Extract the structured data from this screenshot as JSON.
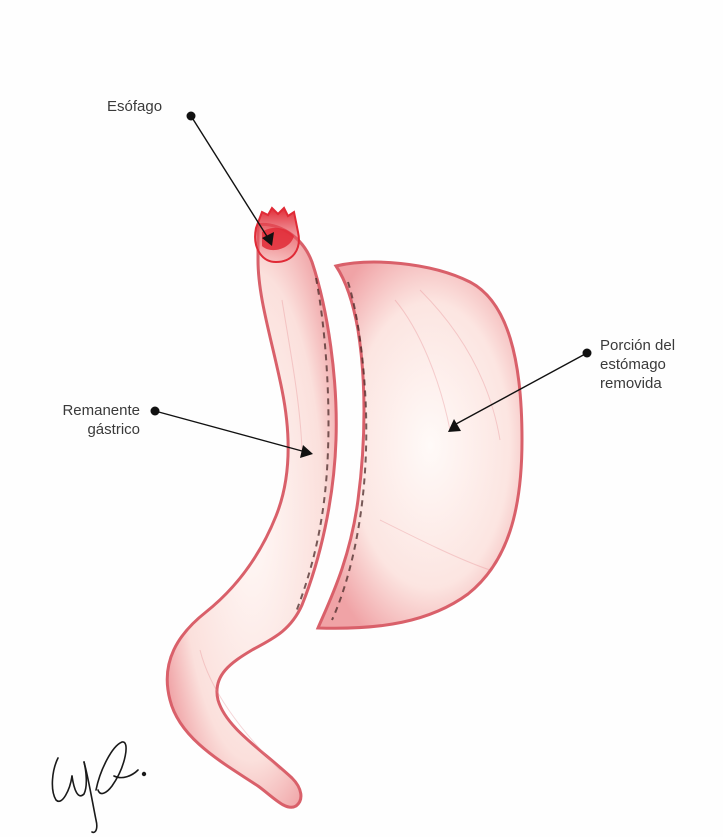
{
  "labels": {
    "esophagus": "Esófago",
    "gastric_remnant": "Remanente gástrico",
    "removed_portion": "Porción del estómago removida"
  },
  "colors": {
    "tissue_fill": "#fff3ef",
    "tissue_outline": "#d9606a",
    "esophagus_tip": "#e02a36",
    "staple_line": "#4a2a28",
    "pointer": "#111111",
    "label_text": "#3a3a3a"
  },
  "icons": {
    "signature": "handwritten-signature"
  }
}
